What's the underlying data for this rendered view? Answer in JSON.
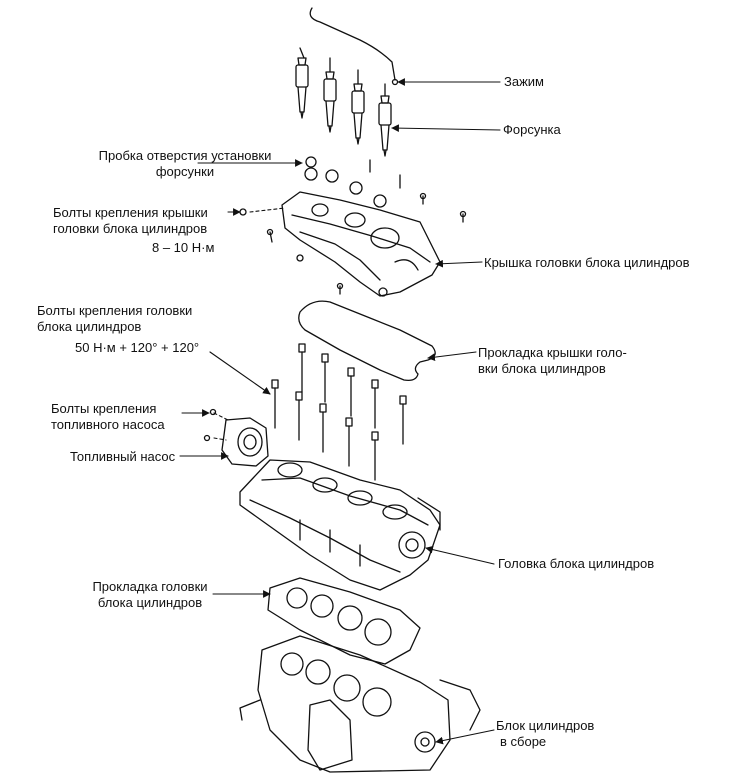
{
  "labels": {
    "clamp": "Зажим",
    "injector": "Форсунка",
    "injector_plug_line1": "Пробка отверстия установки",
    "injector_plug_line2": "форсунки",
    "cover_bolts_line1": "Болты крепления крышки",
    "cover_bolts_line2": "головки блока цилиндров",
    "cover_bolts_torque": "8 – 10 Н·м",
    "head_cover": "Крышка головки блока цилиндров",
    "head_bolts_line1": "Болты крепления головки",
    "head_bolts_line2": "блока цилиндров",
    "head_bolts_torque": "50 Н·м + 120° + 120°",
    "cover_gasket_line1": "Прокладка крышки голо-",
    "cover_gasket_line2": "вки блока цилиндров",
    "pump_bolts_line1": "Болты крепления",
    "pump_bolts_line2": "топливного насоса",
    "fuel_pump": "Топливный насос",
    "cylinder_head": "Головка блока цилиндров",
    "head_gasket_line1": "Прокладка головки",
    "head_gasket_line2": "блока цилиндров",
    "block_line1": "Блок цилиндров",
    "block_line2": "в сборе"
  }
}
